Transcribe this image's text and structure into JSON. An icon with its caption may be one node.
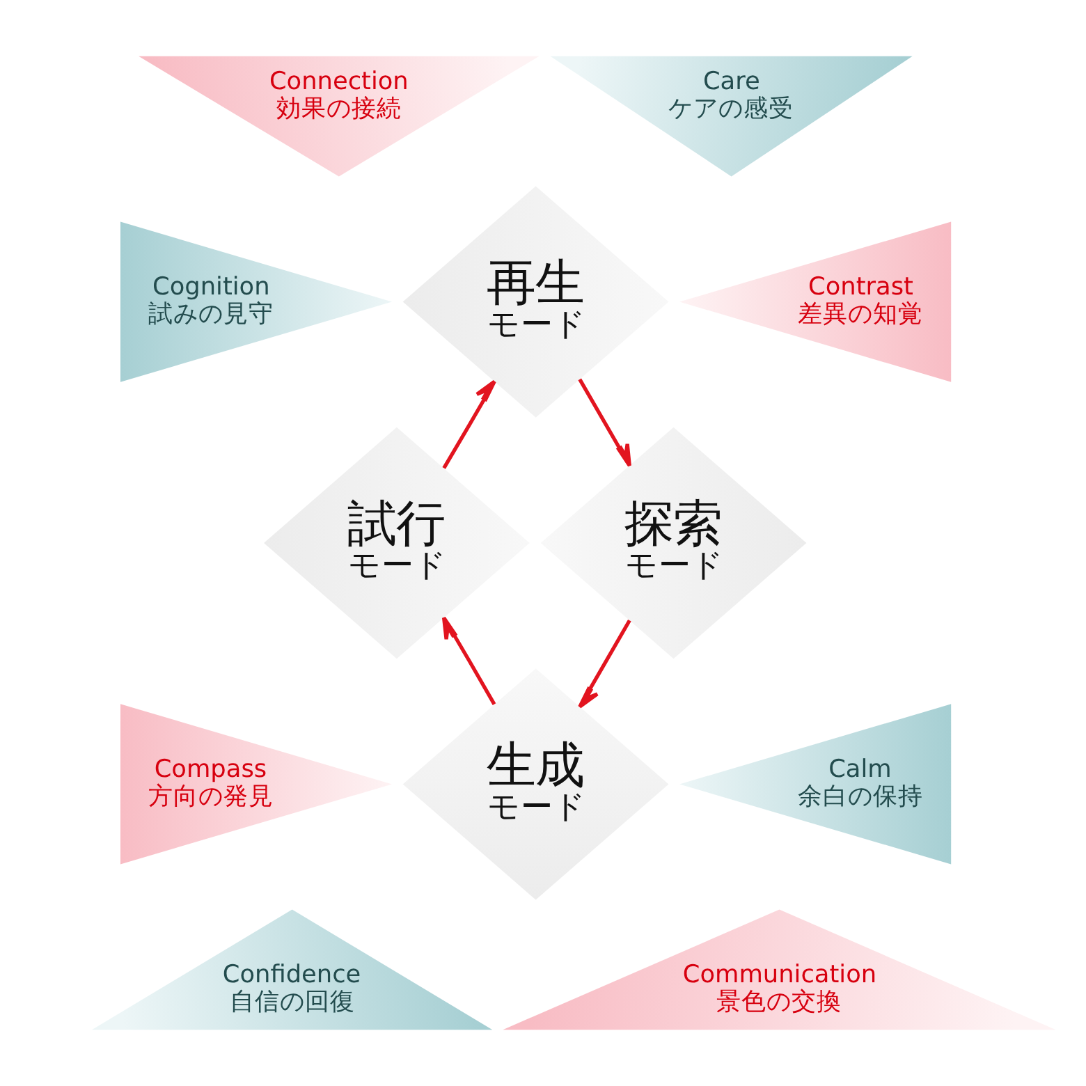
{
  "diagram": {
    "nodes": [
      {
        "text": [
          "Connection",
          "効果の接続"
        ]
      },
      {
        "text": [
          "Care",
          "ケアの感受"
        ]
      },
      {
        "text": [
          "Cognition",
          "試みの見守"
        ]
      },
      {
        "text": [
          "再生",
          "モード"
        ]
      },
      {
        "text": [
          "Contrast",
          "差異の知覚"
        ]
      },
      {
        "text": [
          "試行",
          "モード"
        ]
      },
      {
        "text": [
          "探索",
          "モード"
        ]
      },
      {
        "text": [
          "Compass",
          "方向の発見"
        ]
      },
      {
        "text": [
          "生成",
          "モード"
        ]
      },
      {
        "text": [
          "Calm",
          "余白の保持"
        ]
      },
      {
        "text": [
          "Confidence",
          "自信の回復"
        ]
      },
      {
        "text": [
          "Communication",
          "景色の交換"
        ]
      }
    ],
    "edges": [
      {
        "from": 3,
        "to": 6,
        "arrow": "to"
      },
      {
        "from": 6,
        "to": 8,
        "arrow": "to"
      },
      {
        "from": 8,
        "to": 5,
        "arrow": "to"
      },
      {
        "from": 5,
        "to": 3,
        "arrow": "to"
      }
    ]
  }
}
